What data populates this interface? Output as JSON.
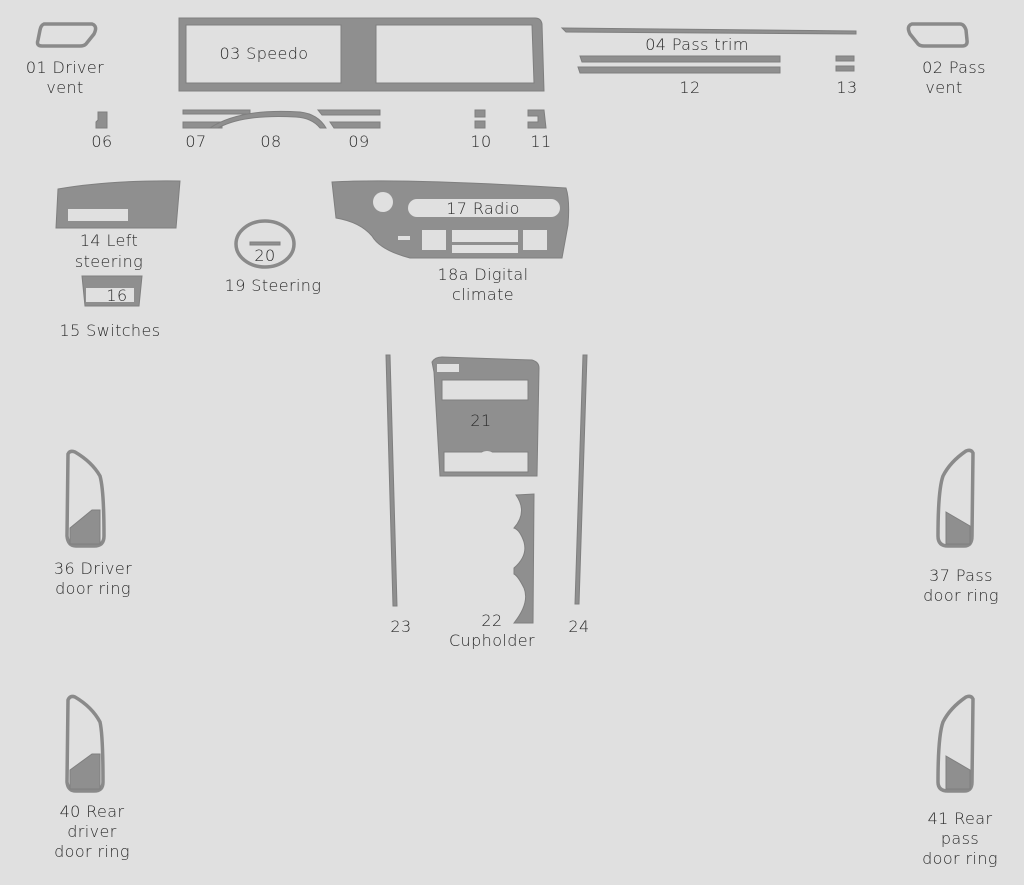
{
  "colors": {
    "background": "#e0e0e0",
    "part": "#8f8f8f",
    "text": "#2b2b2b"
  },
  "labels": {
    "p01": [
      "01 Driver",
      "vent"
    ],
    "p02": [
      "02 Pass",
      "vent"
    ],
    "p03": "03 Speedo",
    "p04": "04 Pass trim",
    "p06": "06",
    "p07": "07",
    "p08": "08",
    "p09": "09",
    "p10": "10",
    "p11": "11",
    "p12": "12",
    "p13": "13",
    "p14": [
      "14 Left",
      "steering"
    ],
    "p15": "15 Switches",
    "p16": "16",
    "p17": "17 Radio",
    "p18a": [
      "18a Digital",
      "climate"
    ],
    "p19": "19 Steering",
    "p20": "20",
    "p21": "21",
    "p22": [
      "22",
      "Cupholder"
    ],
    "p23": "23",
    "p24": "24",
    "p36": [
      "36 Driver",
      "door ring"
    ],
    "p37": [
      "37 Pass",
      "door ring"
    ],
    "p40": [
      "40 Rear",
      "driver",
      "door ring"
    ],
    "p41": [
      "41 Rear",
      "pass",
      "door ring"
    ]
  }
}
